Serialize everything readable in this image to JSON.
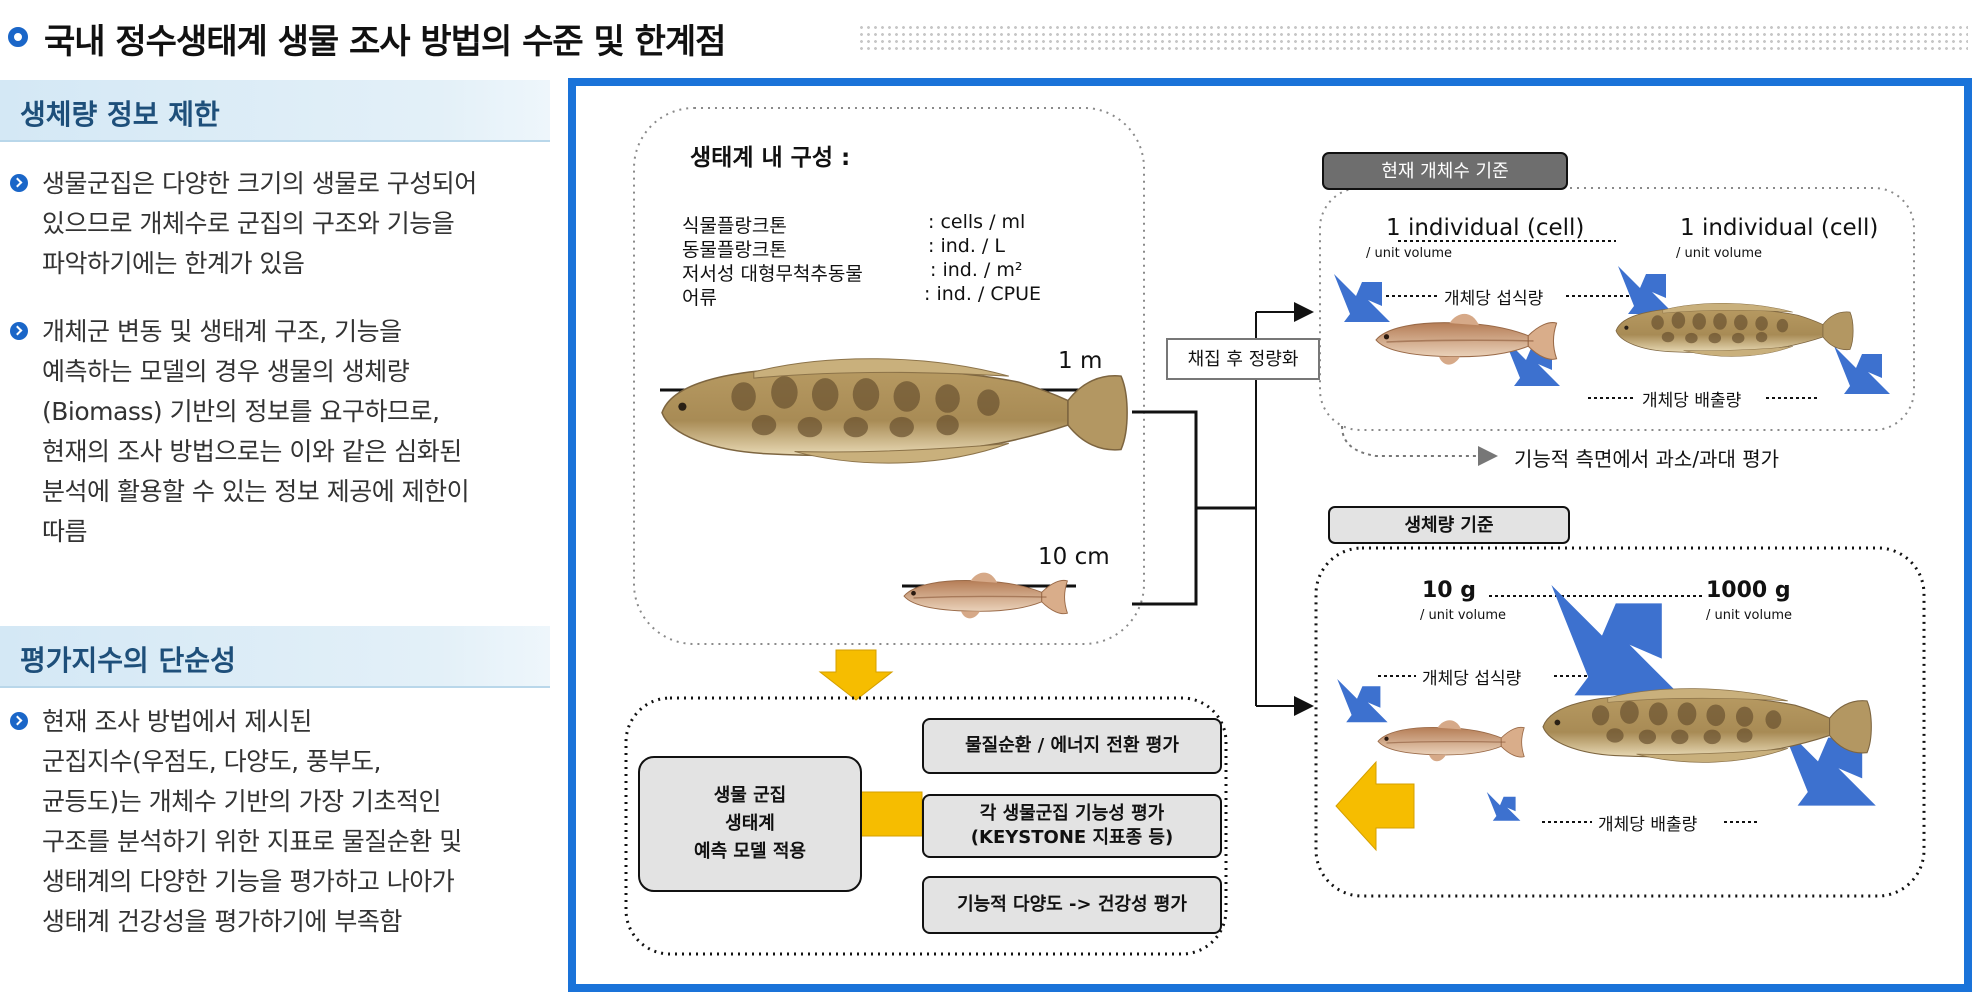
{
  "header": {
    "title": "국내 정수생태계 생물 조사 방법의 수준 및 한계점"
  },
  "left": {
    "section1": {
      "heading": "생체량 정보 제한",
      "bullets": [
        [
          "생물군집은 다양한 크기의 생물로 구성되어",
          "있으므로 개체수로 군집의 구조와 기능을",
          "파악하기에는 한계가 있음"
        ],
        [
          "개체군 변동 및 생태계 구조, 기능을",
          "예측하는 모델의 경우 생물의 생체량",
          "(Biomass) 기반의 정보를 요구하므로,",
          "현재의 조사 방법으로는 이와 같은 심화된",
          "분석에 활용할 수 있는 정보 제공에 제한이",
          "따름"
        ]
      ]
    },
    "section2": {
      "heading": "평가지수의 단순성",
      "bullets": [
        [
          "현재 조사 방법에서 제시된",
          "군집지수(우점도, 다양도, 풍부도,",
          "균등도)는 개체수 기반의 가장 기초적인",
          "구조를 분석하기 위한 지표로 물질순환 및",
          "생태계의 다양한 기능을 평가하고 나아가",
          "생태계 건강성을 평가하기에 부족함"
        ]
      ]
    }
  },
  "diagram": {
    "composition": {
      "title": "생태계 내 구성 :",
      "rows": [
        {
          "name": "식물플랑크톤",
          "unit": ": cells / ml"
        },
        {
          "name": "동물플랑크톤",
          "unit": ": ind. / L"
        },
        {
          "name": "저서성 대형무척추동물",
          "unit": ": ind. / m²"
        },
        {
          "name": "어류",
          "unit": ": ind. / CPUE"
        }
      ],
      "size_large": "1 m",
      "size_small": "10 cm"
    },
    "quantify_label": "채집 후 정량화",
    "count_basis": {
      "tag": "현재 개체수 기준",
      "left_value": "1 individual (cell)",
      "right_value": "1 individual (cell)",
      "unit": "/ unit volume",
      "intake": "개체당 섭식량",
      "excretion": "개체당 배출량",
      "note": "기능적 측면에서 과소/과대 평가"
    },
    "biomass_basis": {
      "tag": "생체량 기준",
      "left_value": "10 g",
      "right_value": "1000 g",
      "unit": "/ unit volume",
      "intake": "개체당 섭식량",
      "excretion": "개체당 배출량"
    },
    "evaluations": [
      "물질순환 / 에너지 전환 평가",
      "각 생물군집 기능성 평가",
      "(KEYSTONE 지표종 등)",
      "기능적 다양도 -> 건강성 평가"
    ],
    "model": [
      "생물 군집",
      "생태계",
      "예측 모델 적용"
    ],
    "colors": {
      "frame": "#1a73d9",
      "arrow_yellow": "#f6bd00",
      "arrow_blue": "#3d71cf",
      "box_gray": "#e3e3e3"
    }
  }
}
